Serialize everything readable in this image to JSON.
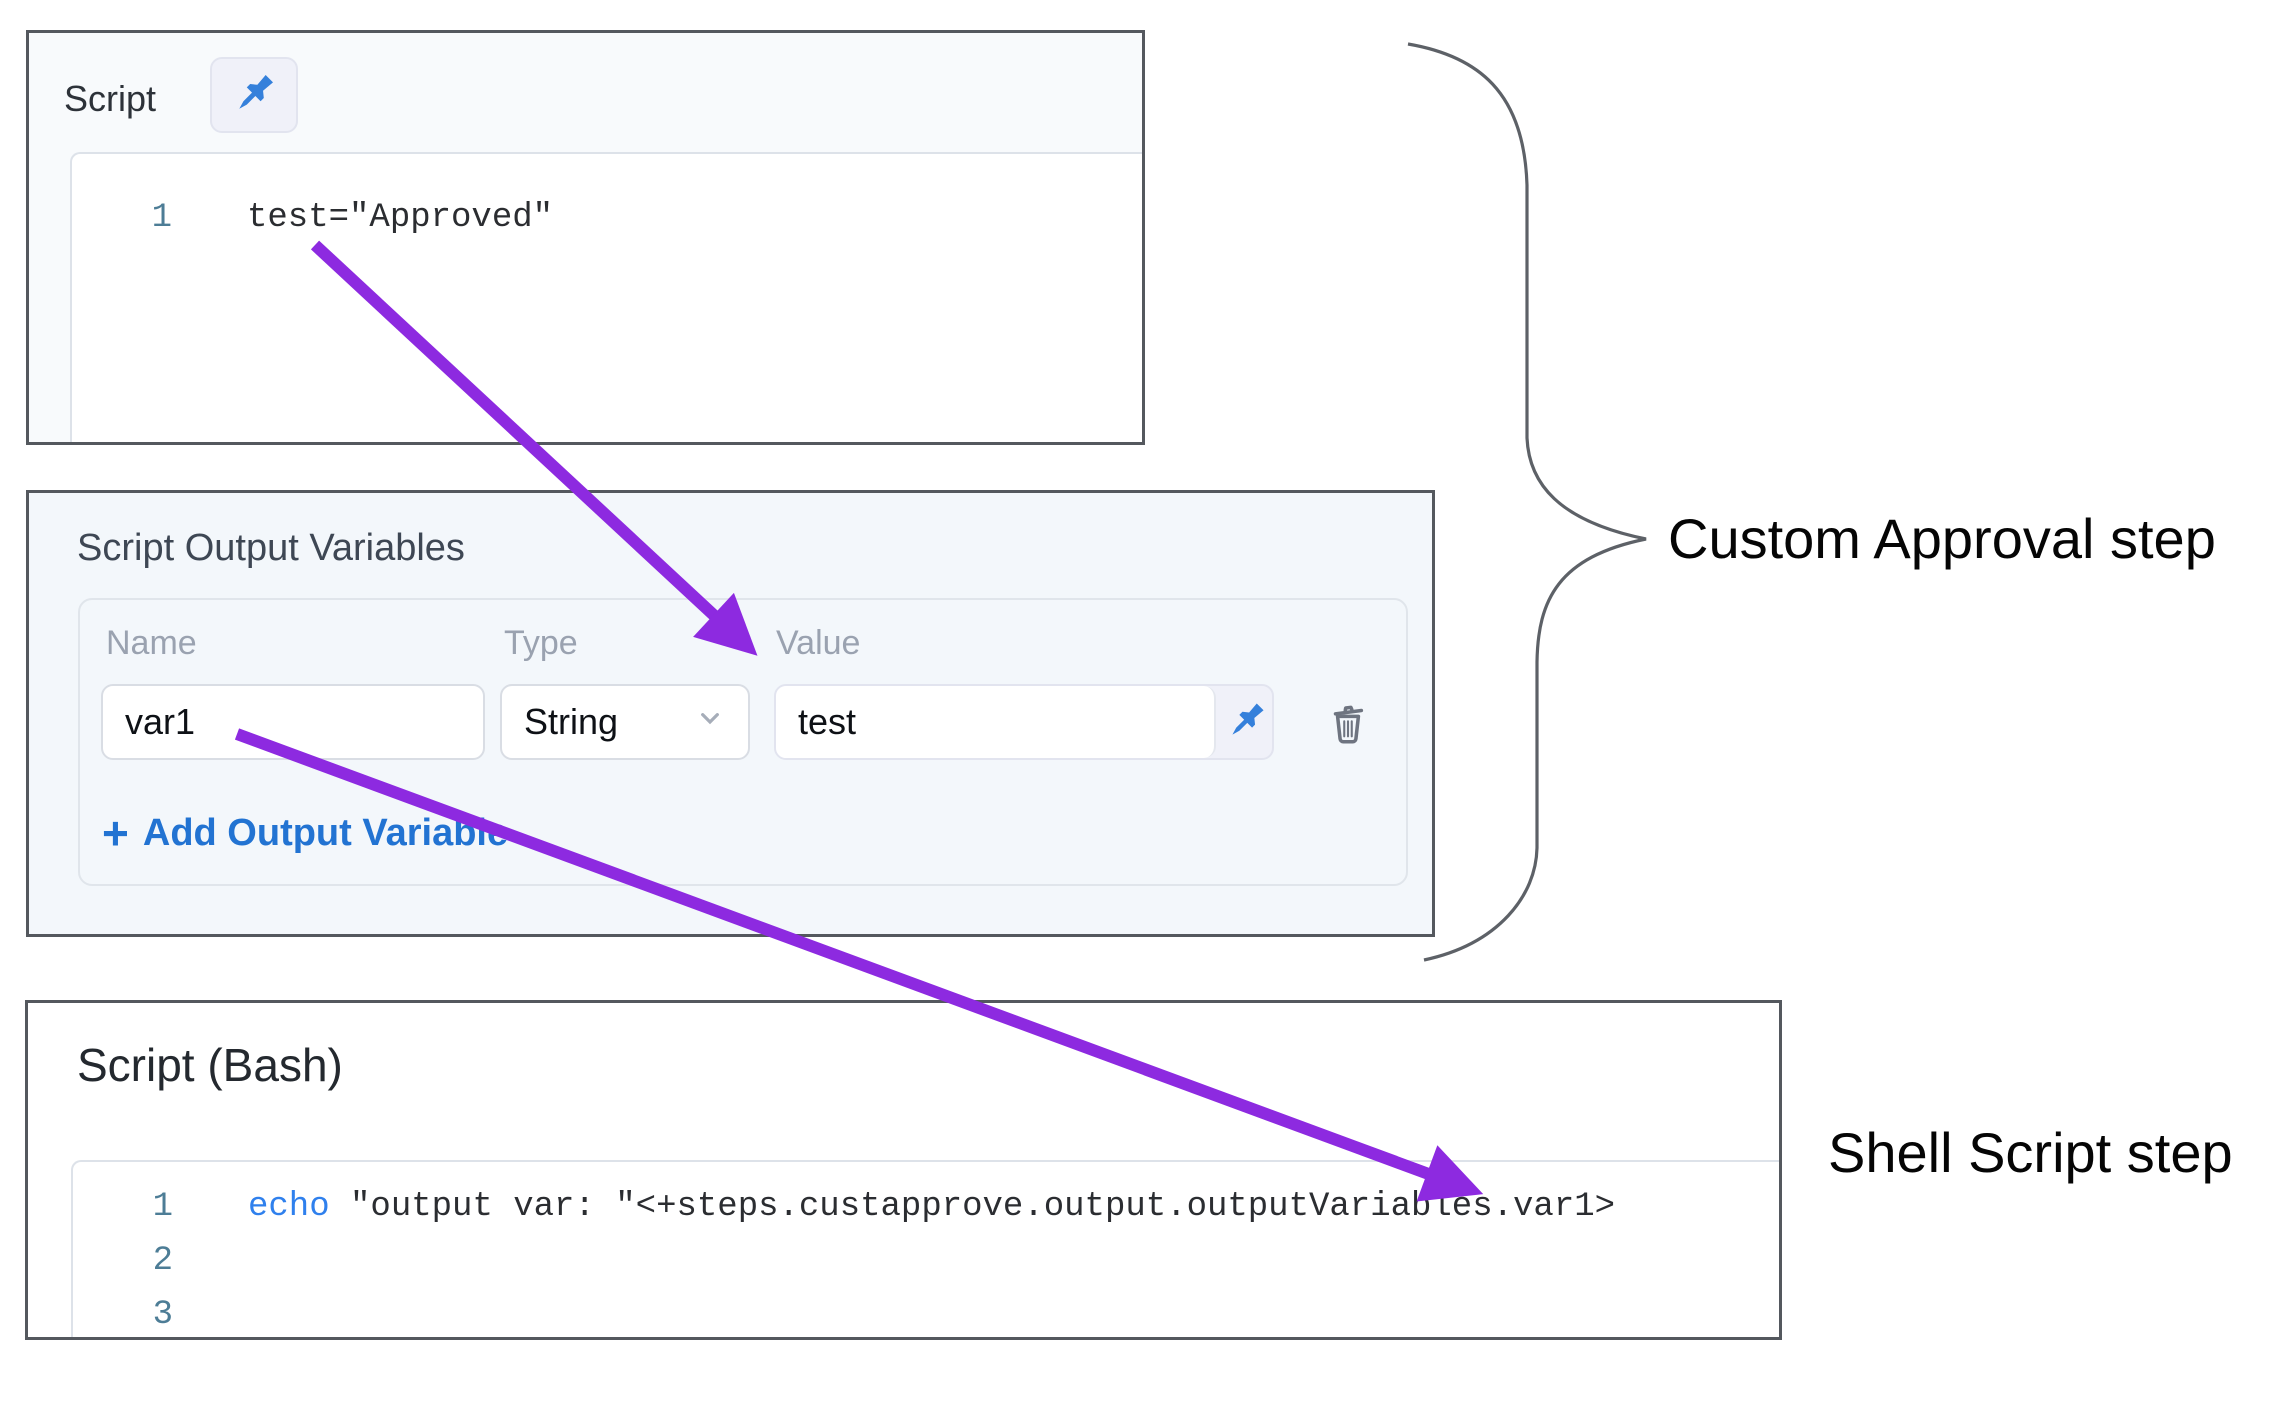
{
  "script_panel": {
    "title": "Script",
    "line1_number": "1",
    "line1_code": "test=\"Approved\""
  },
  "output_panel": {
    "title": "Script Output Variables",
    "name_label": "Name",
    "type_label": "Type",
    "value_label": "Value",
    "name_value": "var1",
    "type_value": "String",
    "value_value": "test",
    "add_plus": "+",
    "add_label": "Add Output Variable"
  },
  "bash_panel": {
    "title": "Script (Bash)",
    "line1_number": "1",
    "line1_keyword": "echo",
    "line1_rest": " \"output var: \"<+steps.custapprove.output.outputVariables.var1>",
    "line2_number": "2",
    "line3_number": "3"
  },
  "annotations": {
    "custom_approval": "Custom Approval step",
    "shell_script": "Shell Script step"
  },
  "colors": {
    "panel_border": "#54585e",
    "panel1_bg": "#f8fafc",
    "panel2_bg": "#f3f7fb",
    "editor_border": "#dde2e9",
    "label": "#9aa2b0",
    "input_border": "#d9dde4",
    "input_text": "#0e1116",
    "line_number": "#4d7d96",
    "code": "#2b2d31",
    "keyword": "#2f80ed",
    "pin": "#3580db",
    "pin_bg": "#f0f1f9",
    "pin_border": "#e2e4ef",
    "link": "#2273d2",
    "trash": "#6e7480",
    "arrow": "#8d2ae0",
    "brace": "#5d6167",
    "title": "#2d3239"
  }
}
